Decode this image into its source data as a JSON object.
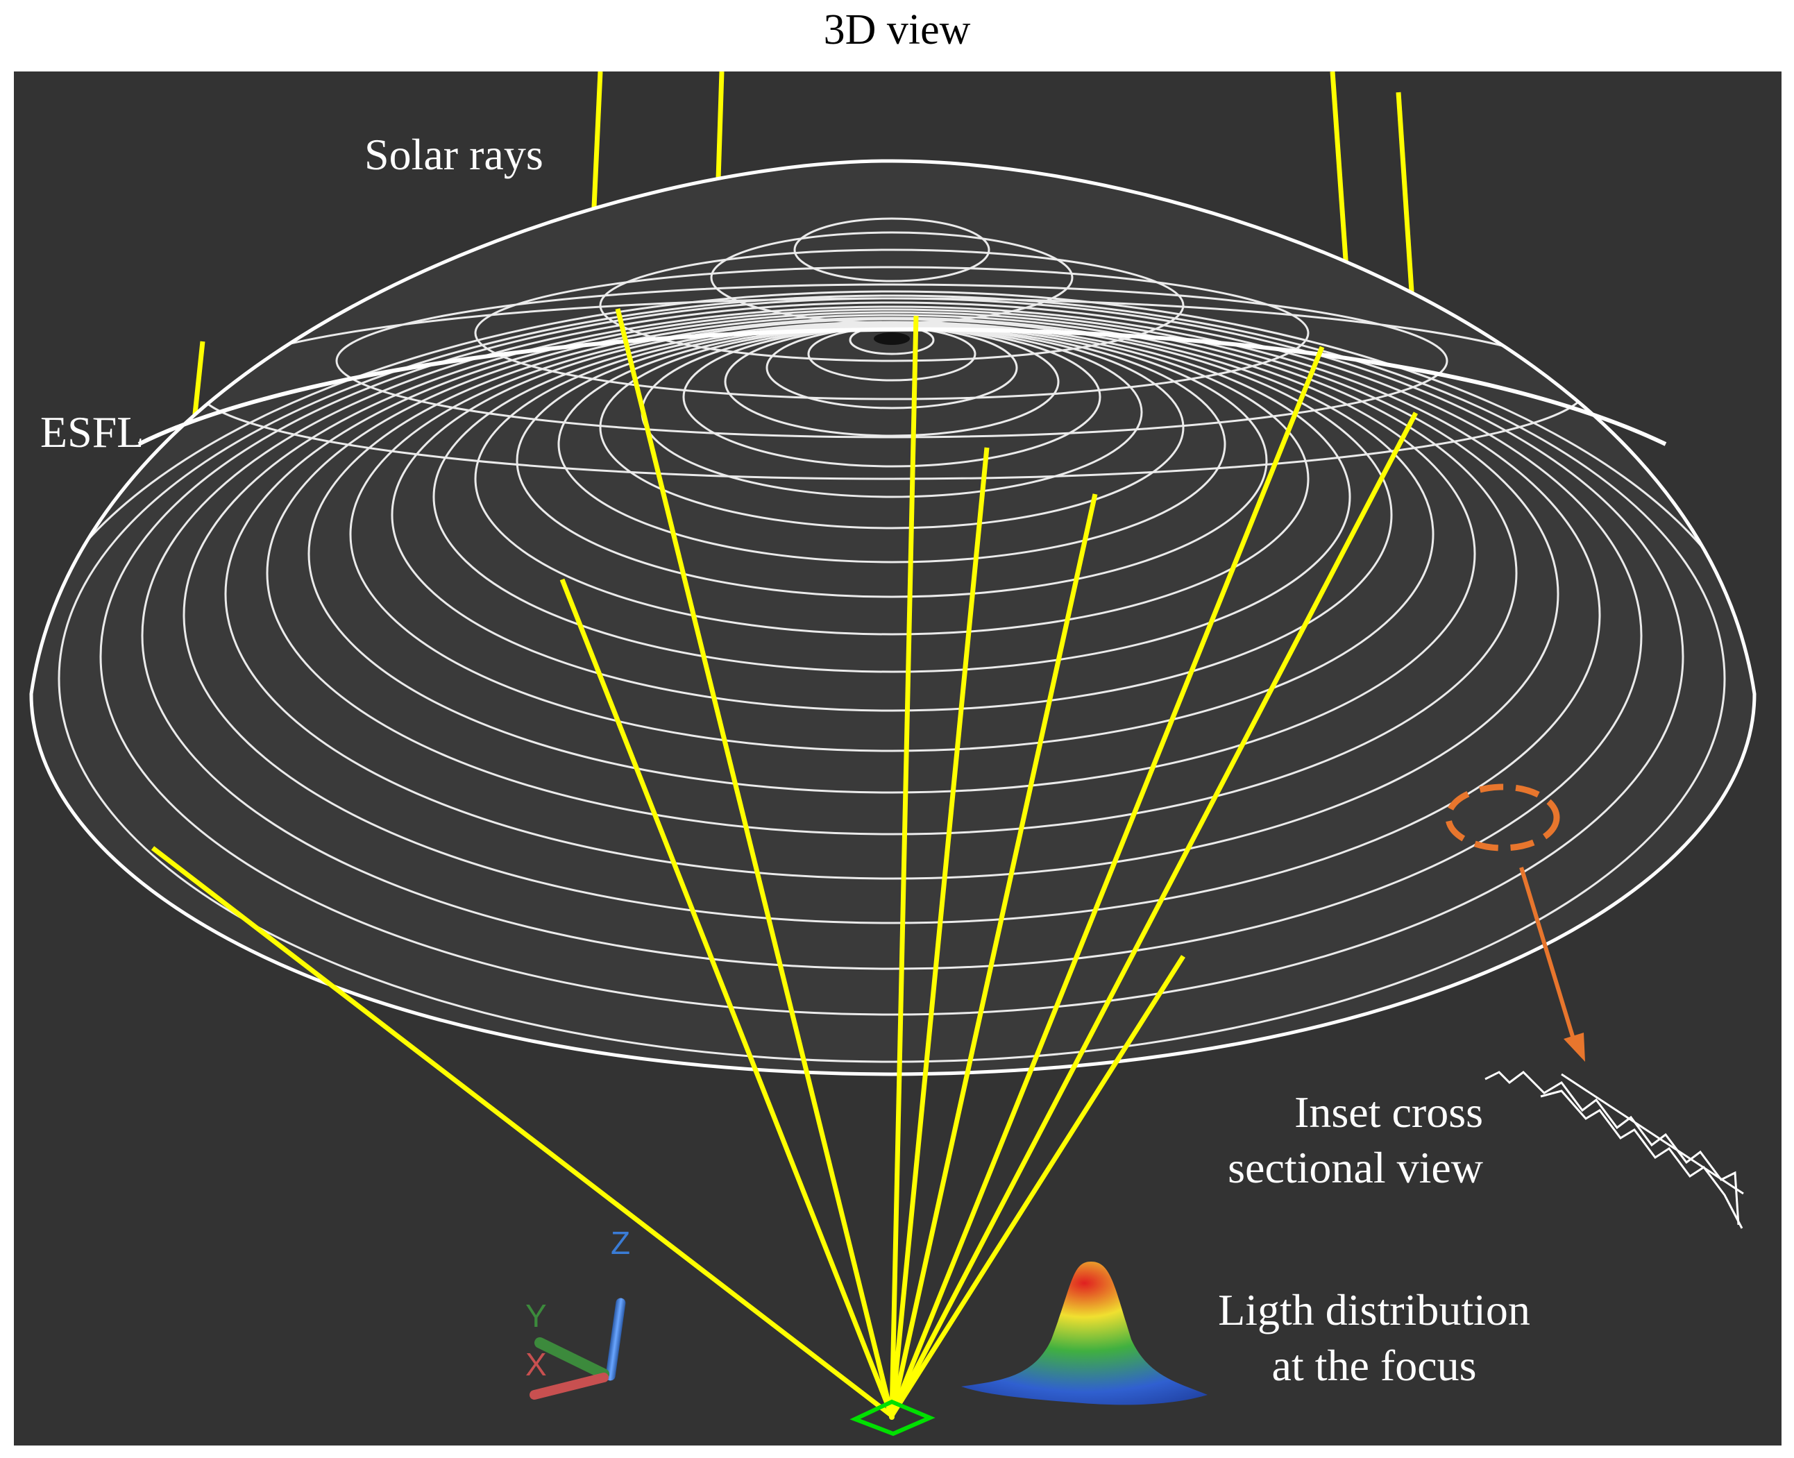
{
  "title": "3D view",
  "labels": {
    "solar_rays": "Solar rays",
    "esfl": "ESFL",
    "inset_line1": "Inset cross",
    "inset_line2": "sectional view",
    "light_line1": "Ligth distribution",
    "light_line2": "at the focus"
  },
  "axes": {
    "x": "X",
    "y": "Y",
    "z": "Z"
  },
  "colors": {
    "background": "#333333",
    "rays": "#ffff00",
    "lens": "#ffffff",
    "highlight": "#e8762d",
    "focus": "#00e000",
    "axis_x": "#c85050",
    "axis_y": "#3c8a3c",
    "axis_z": "#3a7cd6"
  },
  "icons": [
    "axis-triad-icon",
    "focus-marker-icon",
    "light-peak-icon"
  ]
}
